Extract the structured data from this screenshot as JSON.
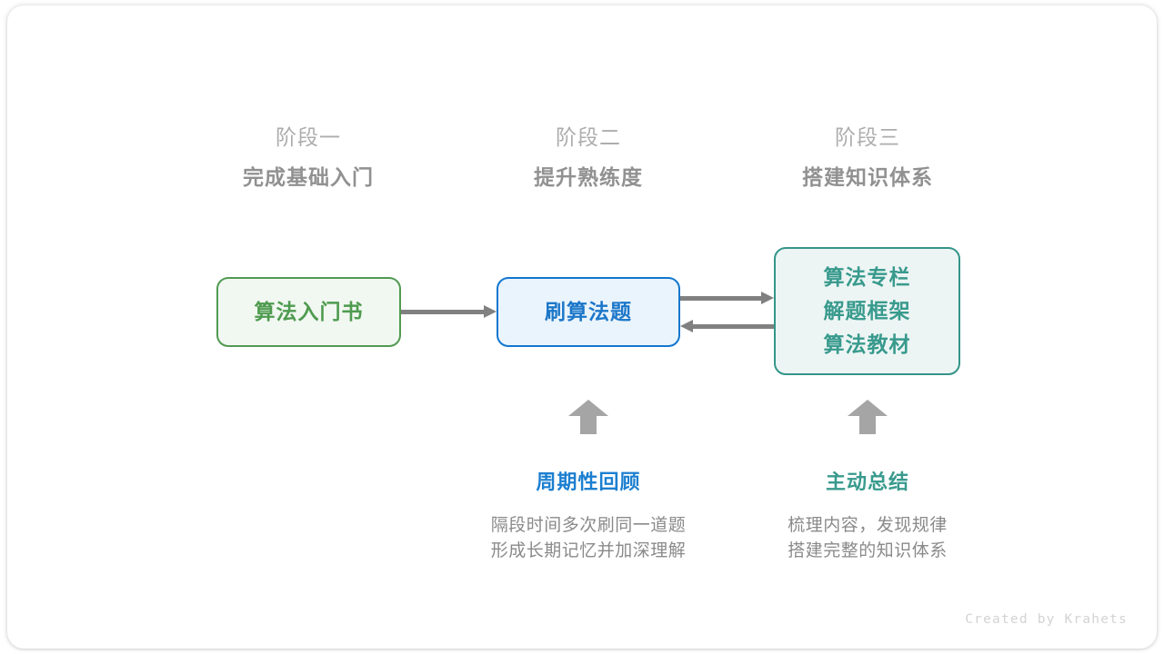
{
  "stages": [
    {
      "label": "阶段一",
      "title": "完成基础入门"
    },
    {
      "label": "阶段二",
      "title": "提升熟练度"
    },
    {
      "label": "阶段三",
      "title": "搭建知识体系"
    }
  ],
  "nodes": {
    "book": {
      "lines": [
        "算法入门书"
      ],
      "text_color": "#4e9b4f",
      "border_color": "#519a52",
      "fill_color": "#f1f7f1"
    },
    "practice": {
      "lines": [
        "刷算法题"
      ],
      "text_color": "#1c77c9",
      "border_color": "#1177cf",
      "fill_color": "#eaf4fc"
    },
    "resources": {
      "lines": [
        "算法专栏",
        "解题框架",
        "算法教材"
      ],
      "text_color": "#389a8d",
      "border_color": "#349589",
      "fill_color": "#edf5f4"
    }
  },
  "connectors": [
    {
      "name": "book-to-practice",
      "direction": "right"
    },
    {
      "name": "practice-to-resources",
      "direction": "right"
    },
    {
      "name": "resources-to-practice",
      "direction": "left"
    }
  ],
  "annotations": [
    {
      "title": "周期性回顾",
      "color": "#1c7fd0",
      "desc_lines": [
        "隔段时间多次刷同一道题",
        "形成长期记忆并加深理解"
      ]
    },
    {
      "title": "主动总结",
      "color": "#389a8d",
      "desc_lines": [
        "梳理内容，发现规律",
        "搭建完整的知识体系"
      ]
    }
  ],
  "credit": "Created by Krahets",
  "colors": {
    "arrow_gray": "#808080",
    "block_arrow_gray": "#a5a5a5",
    "stage_label_gray": "#adadad",
    "stage_title_gray": "#919191",
    "desc_gray": "#8a8a8a",
    "credit_gray": "#d3d3d3"
  }
}
